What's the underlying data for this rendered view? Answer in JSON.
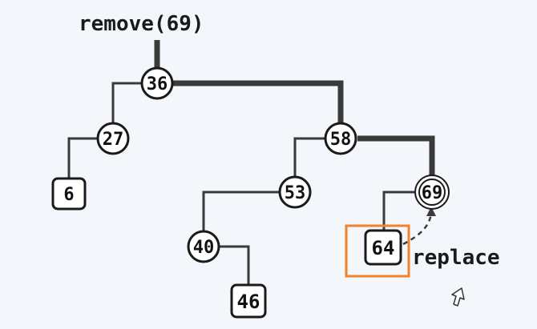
{
  "title": "remove(69)",
  "annotation": "replace",
  "colors": {
    "background": "#f3f6fa",
    "edge": "#3a3a3a",
    "node_fill": "#ffffff",
    "node_stroke": "#1a1a1a",
    "highlight_box": "#f0832b",
    "dashed_arrow": "#3a3a3a"
  },
  "nodes": {
    "n36": "36",
    "n27": "27",
    "n6": "6",
    "n58": "58",
    "n53": "53",
    "n40": "40",
    "n46": "46",
    "n69": "69",
    "n64": "64"
  },
  "icons": {
    "cursor": "pointer-cursor-icon"
  }
}
